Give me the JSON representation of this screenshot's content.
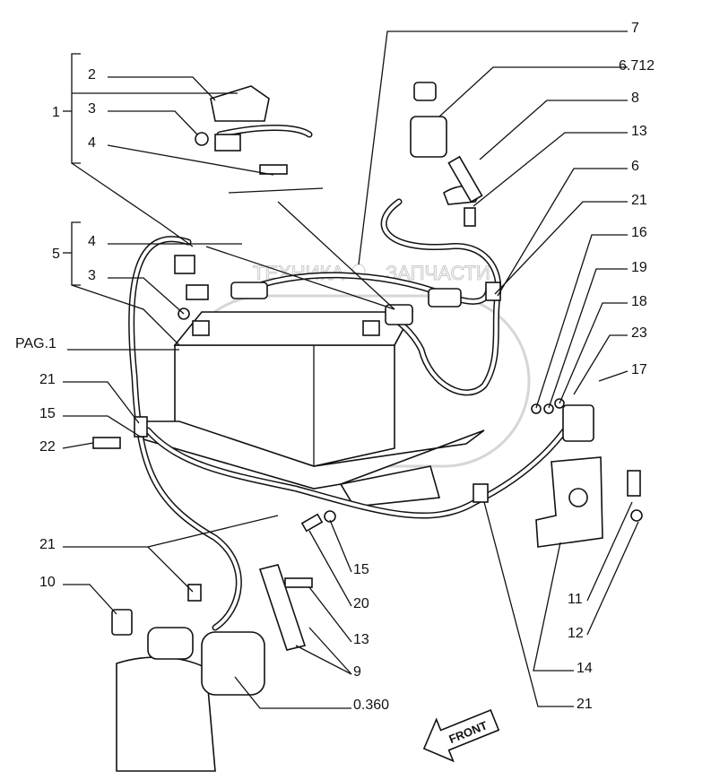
{
  "watermark": {
    "left": "ТЕХНИКА",
    "right": "ЗАПЧАСТИ",
    "logo": "ЭПФ"
  },
  "labels": {
    "r7": "7",
    "r6712": "6.712",
    "r8": "8",
    "r13": "13",
    "r6": "6",
    "r21": "21",
    "r16": "16",
    "r19": "19",
    "r18": "18",
    "r23": "23",
    "r17": "17",
    "l1": "1",
    "l2": "2",
    "l3a": "3",
    "l4a": "4",
    "l4b": "4",
    "l5": "5",
    "l3b": "3",
    "pag1": "PAG.1",
    "l21a": "21",
    "l15a": "15",
    "l22": "22",
    "l21b": "21",
    "l10": "10",
    "c15": "15",
    "c20": "20",
    "c13": "13",
    "c9": "9",
    "c0360": "0.360",
    "b11": "11",
    "b12": "12",
    "b14": "14",
    "b21": "21"
  },
  "front_arrow": "FRONT"
}
